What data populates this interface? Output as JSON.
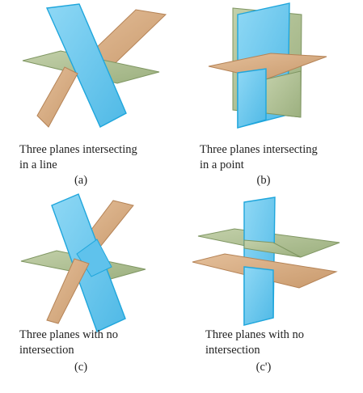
{
  "panels": [
    {
      "id": "a",
      "caption": [
        "Three planes intersecting",
        "in a line"
      ],
      "label": "(a)"
    },
    {
      "id": "b",
      "caption": [
        "Three planes intersecting",
        "in a point"
      ],
      "label": "(b)"
    },
    {
      "id": "c",
      "caption": [
        "Three planes with no",
        "intersection"
      ],
      "label": "(c)"
    },
    {
      "id": "c_prime",
      "caption": [
        "Three planes with no",
        "intersection"
      ],
      "label": "(c')"
    }
  ],
  "colors": {
    "blue_fill": "#6ec9ee",
    "blue_stroke": "#1fa6dc",
    "green_fill": "#aebf92",
    "green_stroke": "#7f9662",
    "tan_fill": "#d8ad84",
    "tan_stroke": "#b58356"
  }
}
